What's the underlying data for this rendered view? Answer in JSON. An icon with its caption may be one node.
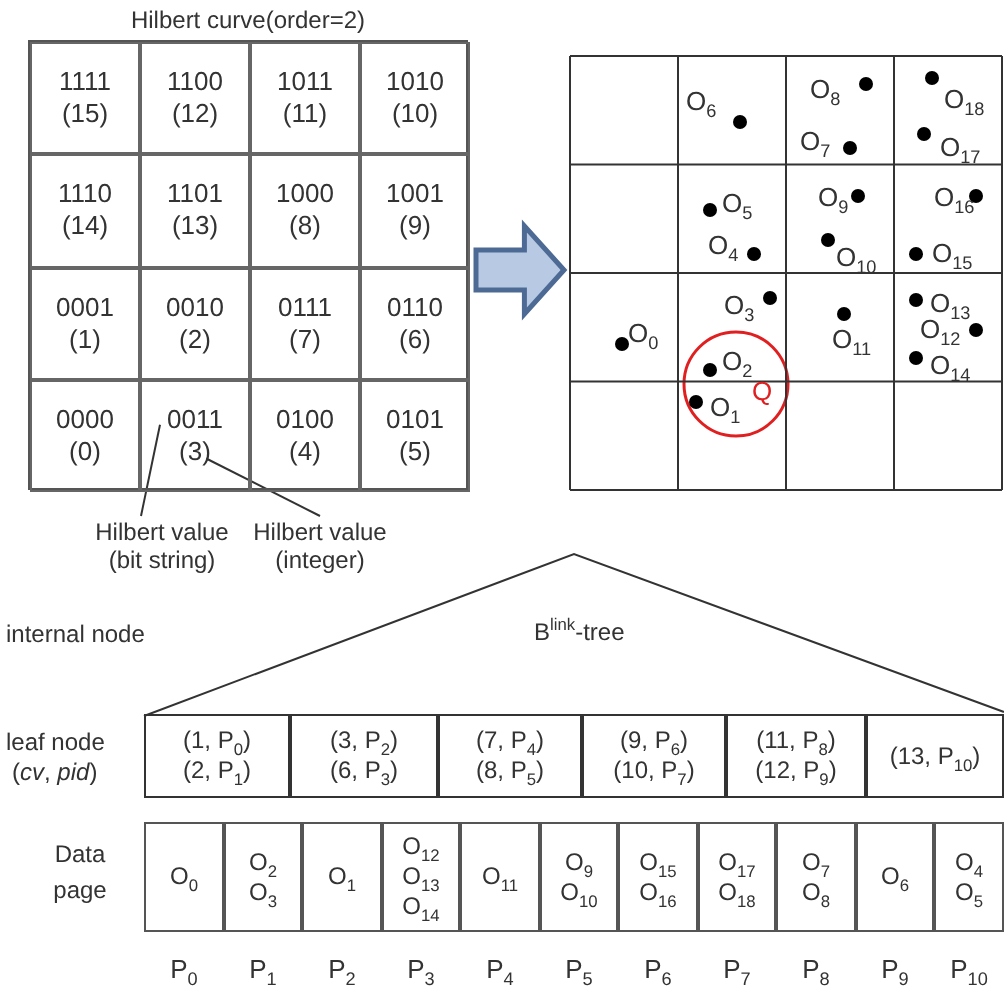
{
  "diagram": {
    "nodes": [
      {
        "text": [
          "Hilbert curve(order=2)"
        ]
      },
      {
        "text": [
          "1111",
          "(15)"
        ],
        "in": 0
      },
      {
        "text": [
          "1100",
          "(12)"
        ],
        "in": 0
      },
      {
        "text": [
          "1011",
          "(11)"
        ],
        "in": 0
      },
      {
        "text": [
          "1010",
          "(10)"
        ],
        "in": 0
      },
      {
        "text": [
          "1110",
          "(14)"
        ],
        "in": 0
      },
      {
        "text": [
          "1101",
          "(13)"
        ],
        "in": 0
      },
      {
        "text": [
          "1000",
          "(8)"
        ],
        "in": 0
      },
      {
        "text": [
          "1001",
          "(9)"
        ],
        "in": 0
      },
      {
        "text": [
          "0001",
          "(1)"
        ],
        "in": 0
      },
      {
        "text": [
          "0010",
          "(2)"
        ],
        "in": 0
      },
      {
        "text": [
          "0111",
          "(7)"
        ],
        "in": 0
      },
      {
        "text": [
          "0110",
          "(6)"
        ],
        "in": 0
      },
      {
        "text": [
          "0000",
          "(0)"
        ],
        "in": 0
      },
      {
        "text": [
          "0011",
          "(3)"
        ],
        "in": 0
      },
      {
        "text": [
          "0100",
          "(4)"
        ],
        "in": 0
      },
      {
        "text": [
          "0101",
          "(5)"
        ],
        "in": 0
      },
      {
        "text": [
          "Hilbert value (bit string)"
        ]
      },
      {
        "text": [
          "Hilbert value (integer)"
        ]
      },
      {
        "text": [],
        "shape": "box"
      },
      {
        "text": [
          "B$^{link}$-tree"
        ]
      },
      {
        "text": [
          "(1, P$_{0}$) (2, P$_{1}$)"
        ]
      },
      {
        "text": [
          "(3, P$_{2}$) (6, P$_{3}$)"
        ]
      },
      {
        "text": [
          "(7, P$_{4}$) (8, P$_{5}$)"
        ]
      },
      {
        "text": [
          "(9, P$_{6}$) (10, P$_{7}$)"
        ]
      },
      {
        "text": [
          "(11, P$_{8}$) (12, P$_{9}$)"
        ]
      },
      {
        "text": [
          "(13, P$_{10}$)"
        ]
      },
      {
        "text": [
          "O$_{0}$"
        ]
      },
      {
        "text": [
          "O$_{2}$ O$_{3}$"
        ]
      },
      {
        "text": [
          "O$_{1}$"
        ]
      },
      {
        "text": [
          "O$_{12}$ O$_{13}$ O$_{14}$"
        ]
      },
      {
        "text": [
          "O$_{11}$"
        ]
      },
      {
        "text": [
          "O$_{9}$ O$_{10}$"
        ]
      },
      {
        "text": [
          "O$_{15}$ O$_{16}$"
        ]
      },
      {
        "text": [
          "O$_{17}$ O$_{18}$"
        ]
      },
      {
        "text": [
          "O$_{7}$ O$_{8}$"
        ]
      },
      {
        "text": [
          "O$_{6}$"
        ]
      },
      {
        "text": [
          "O$_{4}$ O$_{5}$"
        ]
      }
    ],
    "edges": [
      {
        "from": 17,
        "to": 14,
        "arrow": "none"
      },
      {
        "from": 18,
        "to": 14,
        "arrow": "none"
      },
      {
        "from": 0,
        "to": 19,
        "arrow": "to",
        "style": "thick"
      }
    ],
    "labels": [
      "O$_{6}$",
      "O$_{8}$",
      "O$_{7}$",
      "O$_{18}$",
      "O$_{17}$",
      "O$_{5}$",
      "O$_{9}$",
      "O$_{16}$",
      "O$_{4}$",
      "O$_{10}$",
      "O$_{15}$",
      "O$_{3}$",
      "O$_{13}$",
      "O$_{0}$",
      "O$_{11}$",
      "O$_{12}$",
      "O$_{2}$",
      "O$_{14}$",
      "Q",
      "O$_{1}$",
      "internal node",
      "leaf node",
      "(*cv*, *pid*)",
      "Data page",
      "P$_{0}$",
      "P$_{1}$",
      "P$_{2}$",
      "P$_{3}$",
      "P$_{4}$",
      "P$_{5}$",
      "P$_{6}$",
      "P$_{7}$",
      "P$_{8}$",
      "P$_{9}$",
      "P$_{10}$"
    ]
  }
}
